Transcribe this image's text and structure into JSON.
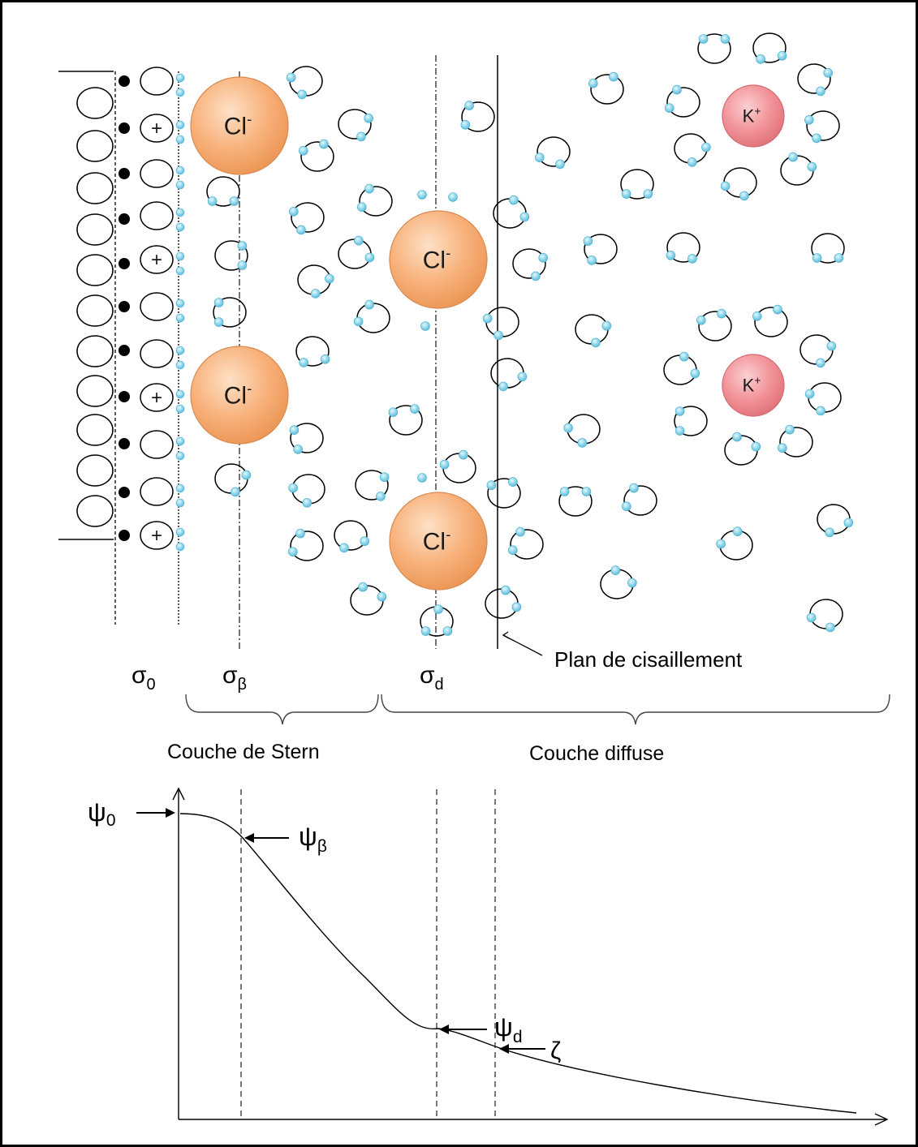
{
  "diagram": {
    "ions": {
      "chloride": {
        "base": "Cl",
        "charge": "-"
      },
      "potassium": {
        "base": "K",
        "charge": "+"
      },
      "surface_charge": "+"
    },
    "planes": {
      "sigma_0": {
        "sym": "σ",
        "sub": "0"
      },
      "sigma_beta": {
        "sym": "σ",
        "sub": "β"
      },
      "sigma_d": {
        "sym": "σ",
        "sub": "d"
      },
      "shear_plane": "Plan de cisaillement"
    },
    "layers": {
      "stern": "Couche de Stern",
      "diffuse": "Couche diffuse"
    },
    "potential": {
      "psi_0": {
        "sym": "ψ",
        "sub": "0"
      },
      "psi_beta": {
        "sym": "ψ",
        "sub": "β"
      },
      "psi_d": {
        "sym": "ψ",
        "sub": "d"
      },
      "zeta": "ζ"
    },
    "colors": {
      "chloride": "#f7b07a",
      "potassium": "#f08a90",
      "water_h": "#7fd0e6",
      "line": "#000000"
    }
  }
}
